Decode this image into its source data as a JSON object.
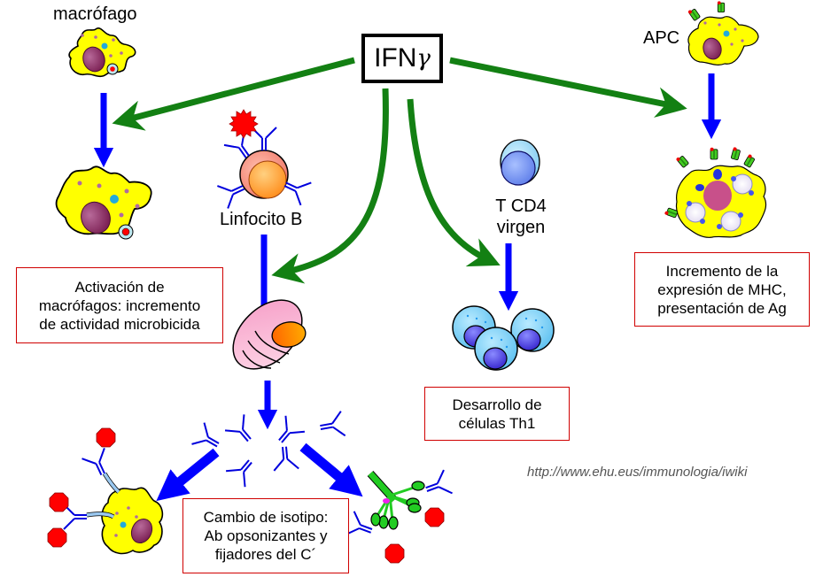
{
  "title": "IFNγ",
  "title_parts": {
    "main": "IFN",
    "greek": "γ"
  },
  "cells": {
    "macrophage": {
      "label": "macrófago"
    },
    "apc": {
      "label": "APC"
    },
    "b_cell": {
      "label": "Linfocito B"
    },
    "t_cd4": {
      "label_line1": "T CD4",
      "label_line2": "virgen"
    }
  },
  "effects": {
    "macrophage_activation": {
      "lines": [
        "Activación de",
        "macrófagos: incremento",
        "de actividad microbicida"
      ]
    },
    "mhc_expression": {
      "lines": [
        "Incremento de la",
        "expresión de MHC,",
        "presentación de Ag"
      ]
    },
    "th1_development": {
      "lines": [
        "Desarrollo de",
        "células Th1"
      ]
    },
    "isotype_switch": {
      "lines": [
        "Cambio de isotipo:",
        "Ab opsonizantes  y",
        "fijadores del C´"
      ]
    }
  },
  "source_url": "http://www.ehu.eus/immunologia/iwiki",
  "colors": {
    "ifn_arrow": "#138013",
    "process_arrow": "#0000ff",
    "box_border": "#d00000",
    "cell_yellow": "#ffff00",
    "antibody": "#0000cc",
    "antigen": "#ff0000"
  }
}
